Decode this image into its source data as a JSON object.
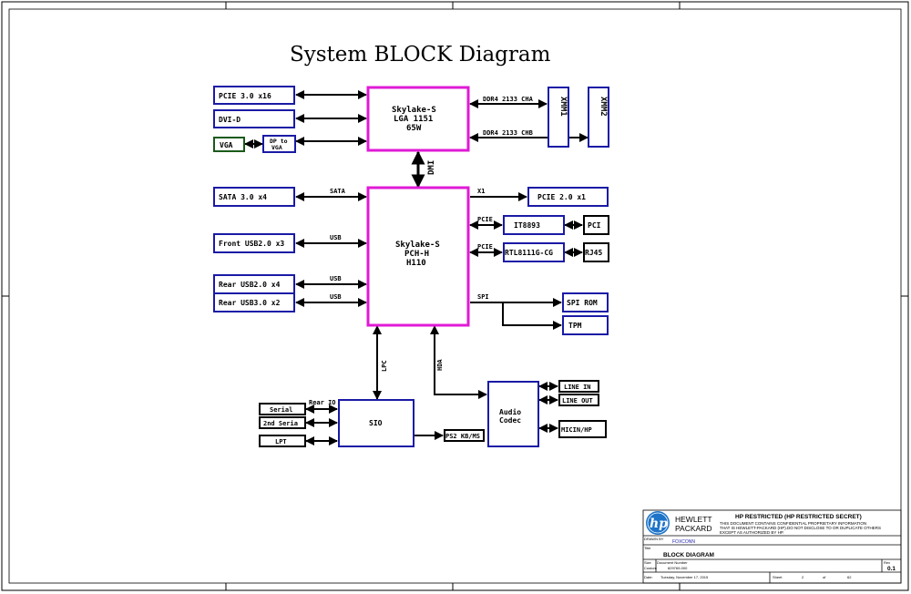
{
  "title": "System BLOCK Diagram",
  "blocks": {
    "pcie16": "PCIE 3.0 x16",
    "dvid": "DVI-D",
    "vga": "VGA",
    "dp_to_vga_1": "DP to",
    "dp_to_vga_2": "VGA",
    "cpu_1": "Skylake-S",
    "cpu_2": "LGA 1151",
    "cpu_3": "65W",
    "xmm1": "XMM1",
    "xmm2": "XMM2",
    "sata": "SATA 3.0 x4",
    "front_usb": "Front USB2.0 x3",
    "rear_usb2": "Rear USB2.0 x4",
    "rear_usb3": "Rear USB3.0 x2",
    "pch_1": "Skylake-S",
    "pch_2": "PCH-H",
    "pch_3": "H110",
    "pcie_x1": "PCIE 2.0 x1",
    "it8893": "IT8893",
    "pci": "PCI",
    "rtl": "RTL8111G-CG",
    "rj45": "RJ45",
    "spi_rom": "SPI ROM",
    "tpm": "TPM",
    "serial": "Serial",
    "serial2": "2nd Seria",
    "lpt": "LPT",
    "sio": "SIO",
    "ps2": "PS2 KB/MS",
    "audio_1": "Audio",
    "audio_2": "Codec",
    "line_in": "LINE IN",
    "line_out": "LINE OUT",
    "mic": "MICIN/HP"
  },
  "links": {
    "ddr_cha": "DDR4 2133 CHA",
    "ddr_chb": "DDR4 2133 CHB",
    "dmi": "DMI",
    "sata": "SATA",
    "usb_front": "USB",
    "usb_rear2": "USB",
    "usb_rear3": "USB",
    "x1": "X1",
    "pcie_a": "PCIE",
    "pcie_b": "PCIE",
    "spi": "SPI",
    "lpc": "LPC",
    "hda": "HDA",
    "rear_io": "Rear IO"
  },
  "title_block": {
    "company_1": "HEWLETT",
    "company_2": "PACKARD",
    "restricted": "HP RESTRICTED (HP RESTRICTED SECRET)",
    "notice_1": "THIS DOCUMENT CONTAINS CONFIDENTIAL PROPRIETARY INFORMATION",
    "notice_2": "THAT IS HEWLETT-PACKARD (HP).DO NOT DISCLOSE TO OR DUPLICATE OTHERS",
    "notice_3": "EXCEPT AS AUTHORIZED BY HP.",
    "drawn_by_label": "DRAWN BY",
    "drawn_by": "FOXCONN",
    "title_label": "Title",
    "doc_title": "BLOCK DIAGRAM",
    "size_label": "Size",
    "size": "Custom",
    "doc_number_label": "Document Number",
    "doc_number": "829769-000",
    "rev_label": "Rev",
    "rev": "0.1",
    "date_label": "Date:",
    "date": "Tuesday, November 17, 2015",
    "sheet_label": "Sheet",
    "sheet": "2",
    "of_label": "of",
    "sheets": "62"
  }
}
